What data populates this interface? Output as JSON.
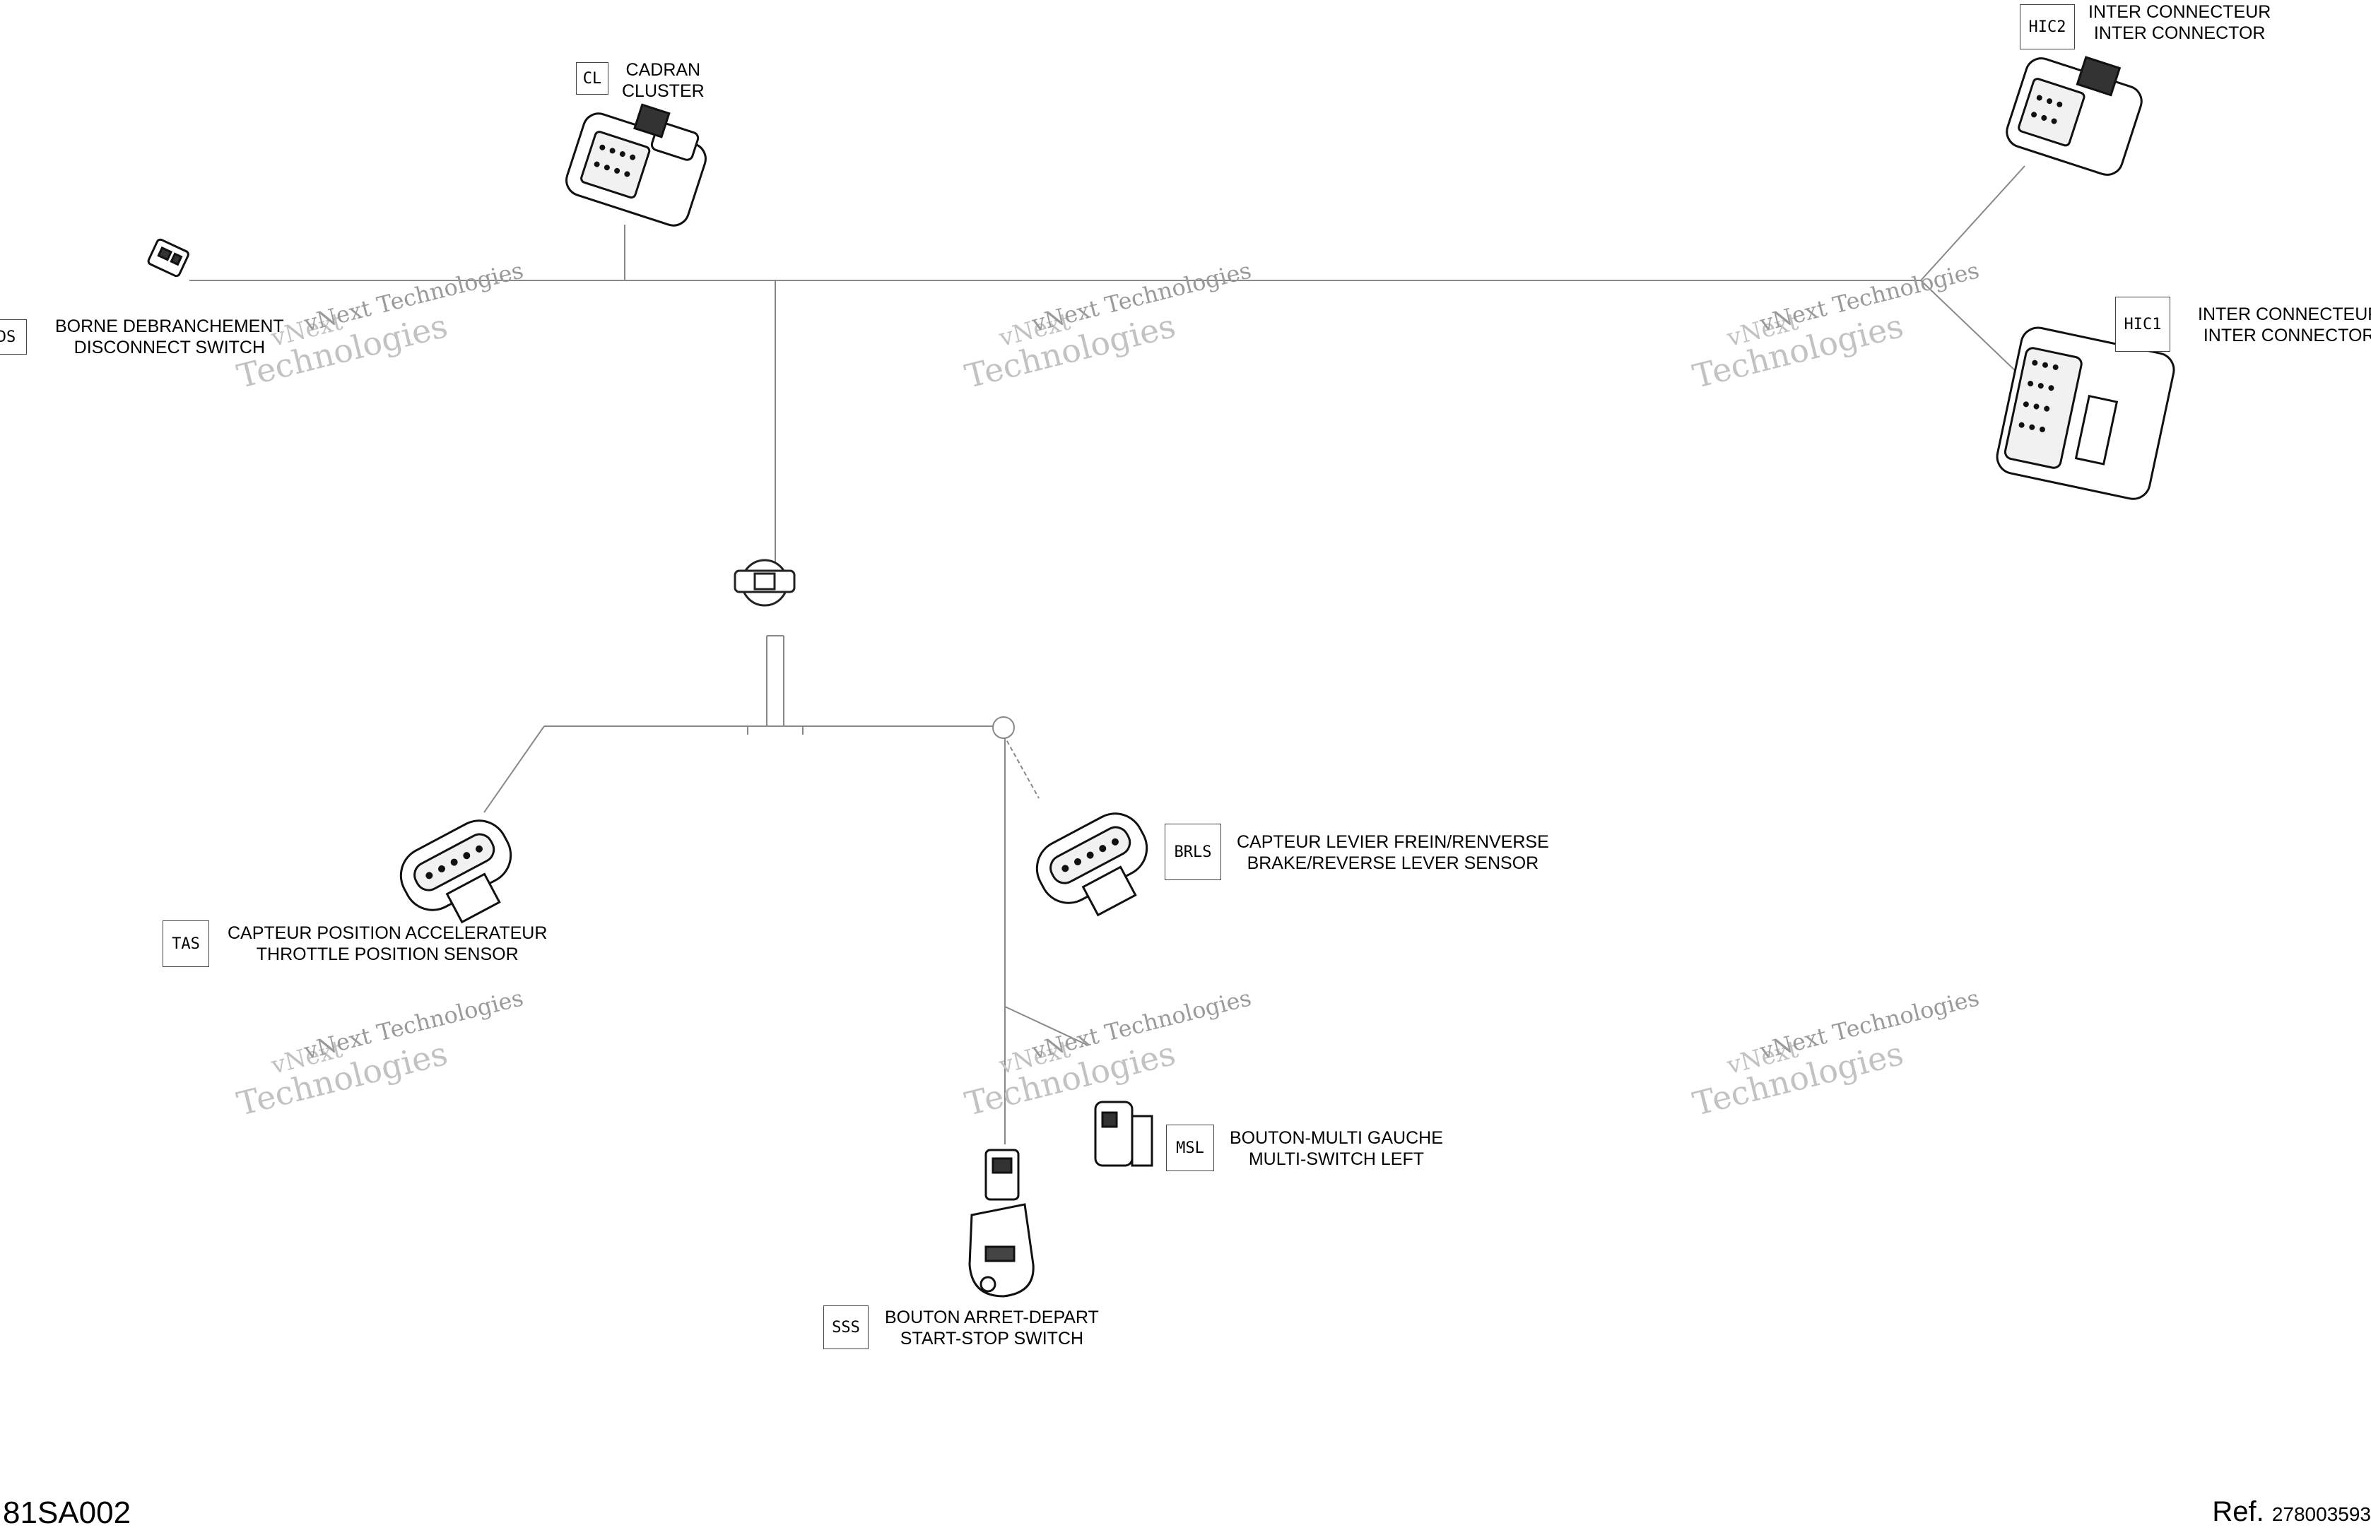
{
  "connectors": {
    "cl": {
      "code": "CL",
      "fr": "CADRAN",
      "en": "CLUSTER"
    },
    "hic2": {
      "code": "HIC2",
      "fr": "INTER CONNECTEUR",
      "en": "INTER CONNECTOR"
    },
    "hic1": {
      "code": "HIC1",
      "fr": "INTER CONNECTEUR",
      "en": "INTER CONNECTOR"
    },
    "ds": {
      "code": "DS",
      "fr": "BORNE DEBRANCHEMENT",
      "en": "DISCONNECT SWITCH"
    },
    "brls": {
      "code": "BRLS",
      "fr": "CAPTEUR LEVIER FREIN/RENVERSE",
      "en": "BRAKE/REVERSE LEVER SENSOR"
    },
    "tas": {
      "code": "TAS",
      "fr": "CAPTEUR POSITION ACCELERATEUR",
      "en": "THROTTLE POSITION SENSOR"
    },
    "msl": {
      "code": "MSL",
      "fr": "BOUTON-MULTI GAUCHE",
      "en": "MULTI-SWITCH LEFT"
    },
    "sss": {
      "code": "SSS",
      "fr": "BOUTON ARRET-DEPART",
      "en": "START-STOP SWITCH"
    }
  },
  "watermark": {
    "line1": "vNext",
    "line2": "Technologies",
    "line3": "vNext Technologies"
  },
  "footer": {
    "drawing_id": "81SA002",
    "ref_label": "Ref.",
    "ref_number": "278003593"
  }
}
